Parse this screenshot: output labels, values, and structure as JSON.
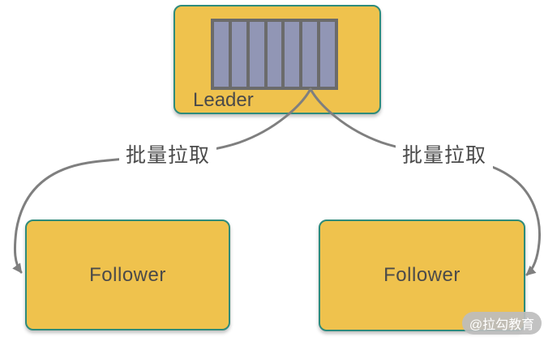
{
  "diagram_title": "Leader-Follower batch pull replication diagram",
  "leader": {
    "label": "Leader",
    "partitions": 7
  },
  "followers": [
    {
      "label": "Follower"
    },
    {
      "label": "Follower"
    }
  ],
  "edges": [
    {
      "from": "Leader",
      "to": "Follower-left",
      "label": "批量拉取"
    },
    {
      "from": "Leader",
      "to": "Follower-right",
      "label": "批量拉取"
    }
  ],
  "watermark": {
    "label": "@拉勾教育"
  },
  "colors": {
    "box-fill": "#EFC24D",
    "box-border": "#2E8B7B",
    "grid-fill": "#9196B5",
    "grid-border": "#6B6B6B",
    "line-color": "#7F7F7F",
    "text-color": "#4A4A4A"
  }
}
